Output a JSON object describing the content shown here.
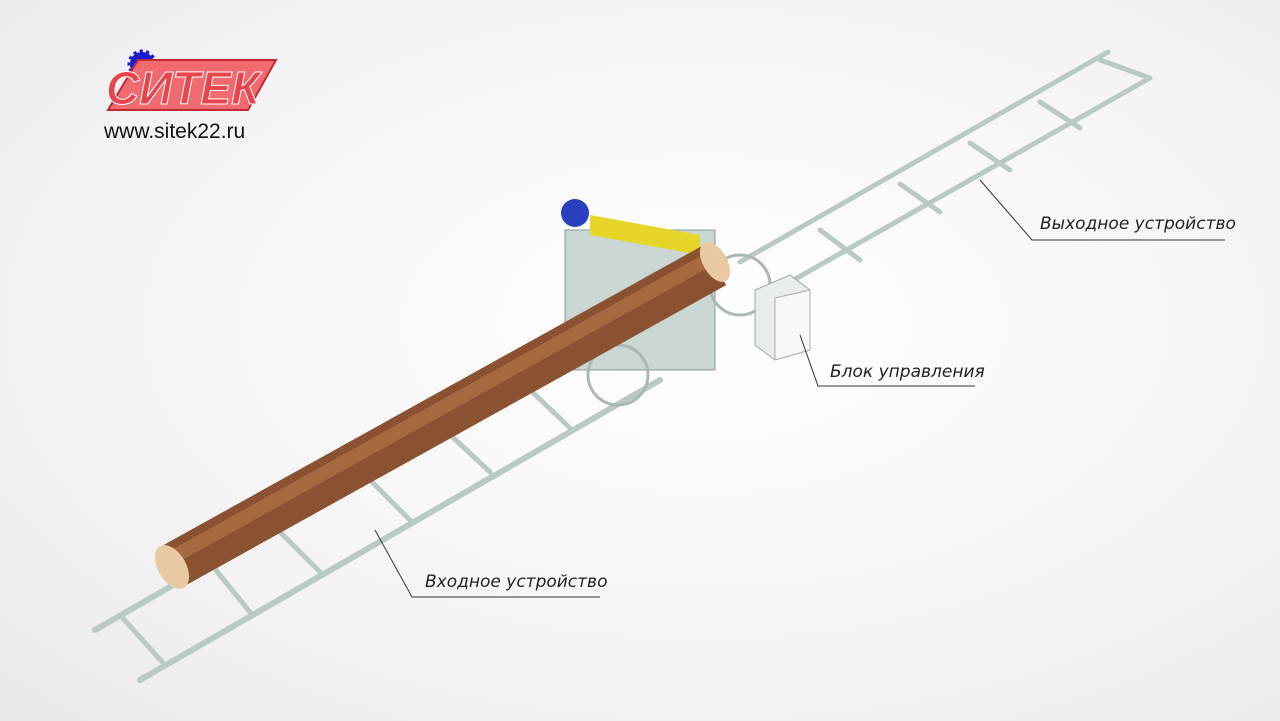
{
  "logo": {
    "name": "Ситек",
    "url": "www.sitek22.ru",
    "brand_color": "#e8444c",
    "gear_color": "#1a1ad0"
  },
  "labels": {
    "output": "Выходное устройство",
    "control": "Блок управления",
    "input": "Входное устройство"
  }
}
